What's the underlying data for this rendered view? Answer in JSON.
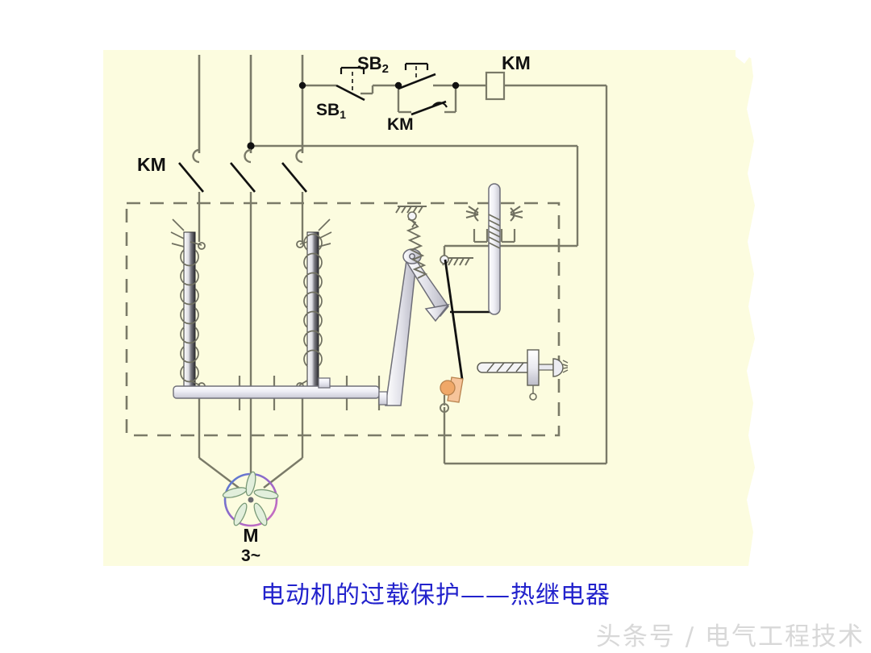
{
  "page": {
    "background": "#ffffff",
    "panel_background": "#fcfcdf",
    "wire_color": "#7a7a68",
    "dark_line_color": "#111111",
    "caption": "电动机的过载保护——热继电器",
    "caption_color": "#2222cc",
    "watermark": "头条号 / 电气工程技术",
    "watermark_color": "#d8d8d8"
  },
  "diagram": {
    "title_label": "电动机的过载保护——热继电器",
    "type": "electrical-schematic",
    "subject": "Motor overload protection — thermal overload relay",
    "labels": {
      "km_contactor_main": "KM",
      "km_coil": "KM",
      "km_holding_contact": "KM",
      "stop_button": "SB",
      "stop_button_sub": "1",
      "start_button": "SB",
      "start_button_sub": "2",
      "motor": "M",
      "motor_phase": "3~"
    },
    "components": [
      {
        "name": "stop-button-sb1",
        "label": "SB1",
        "kind": "normally-closed-pushbutton"
      },
      {
        "name": "start-button-sb2",
        "label": "SB2",
        "kind": "normally-open-pushbutton"
      },
      {
        "name": "km-holding-contact",
        "label": "KM",
        "kind": "normally-open-auxiliary-contact"
      },
      {
        "name": "km-coil",
        "label": "KM",
        "kind": "contactor-coil"
      },
      {
        "name": "km-main-contacts",
        "label": "KM",
        "kind": "three-pole-main-contacts"
      },
      {
        "name": "bimetal-strip-left",
        "label": "",
        "kind": "bimetallic-strip-with-heater"
      },
      {
        "name": "bimetal-strip-right",
        "label": "",
        "kind": "bimetallic-strip-with-heater"
      },
      {
        "name": "push-bar",
        "label": "",
        "kind": "actuating-slide-bar"
      },
      {
        "name": "trip-lever",
        "label": "",
        "kind": "pivoting-trip-lever"
      },
      {
        "name": "tension-spring",
        "label": "",
        "kind": "return-spring"
      },
      {
        "name": "reset-screw",
        "label": "",
        "kind": "current-setting-screw"
      },
      {
        "name": "nc-auxiliary-contact",
        "label": "",
        "kind": "thermal-relay-nc-contact"
      },
      {
        "name": "motor-symbol",
        "label": "M 3~",
        "kind": "three-phase-motor"
      }
    ]
  }
}
